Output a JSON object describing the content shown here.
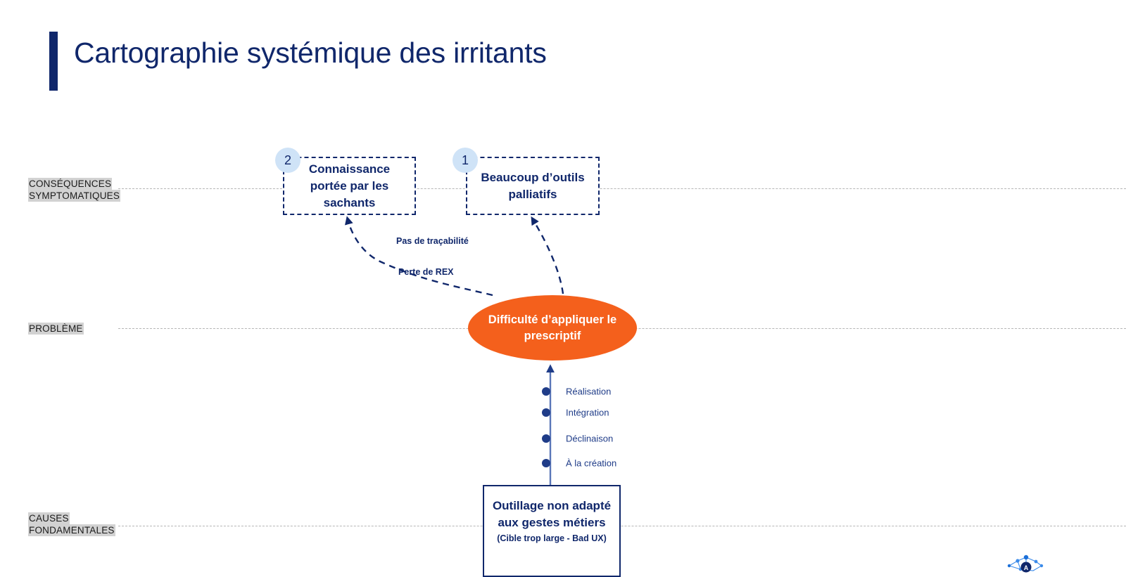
{
  "title": "Cartographie systémique des irritants",
  "bands": [
    {
      "id": "consequences",
      "line1": "CONSÉQUENCES",
      "line2": "SYMPTOMATIQUES"
    },
    {
      "id": "probleme",
      "line1": "PROBLÈME",
      "line2": ""
    },
    {
      "id": "causes",
      "line1": "CAUSES",
      "line2": "FONDAMENTALES"
    }
  ],
  "consequence_nodes": [
    {
      "badge": "2",
      "text": "Connaissance portée par les sachants"
    },
    {
      "badge": "1",
      "text": "Beaucoup d’outils palliatifs"
    }
  ],
  "problem_node": {
    "text": "Difficulté d’appliquer le prescriptif"
  },
  "cause_node": {
    "title": "Outillage non adapté aux gestes métiers",
    "subtitle": "(Cible trop large - Bad UX)"
  },
  "edge_labels": [
    "Pas de traçabilité",
    "Perte de REX"
  ],
  "chain_items": [
    "Réalisation",
    "Intégration",
    "Déclinaison",
    "À la création"
  ],
  "logo": {
    "name": "network-nodes-logo"
  },
  "colors": {
    "navy": "#10276B",
    "orange": "#F4601C",
    "badge_blue": "#cfe3f7",
    "chain_blue": "#1F3C88",
    "guide_gray": "#b6b6b6",
    "label_highlight": "#d2d2d2"
  }
}
